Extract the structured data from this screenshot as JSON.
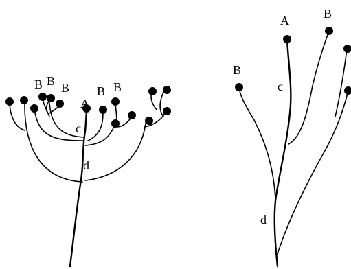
{
  "left_tree": {
    "labels": {
      "b1": "B",
      "b2": "B",
      "b3": "B",
      "a": "A",
      "b4": "B",
      "b5": "B",
      "c": "c",
      "d": "d"
    }
  },
  "right_tree": {
    "labels": {
      "a": "A",
      "b1": "B",
      "b2": "B",
      "c": "c",
      "d": "d"
    }
  }
}
